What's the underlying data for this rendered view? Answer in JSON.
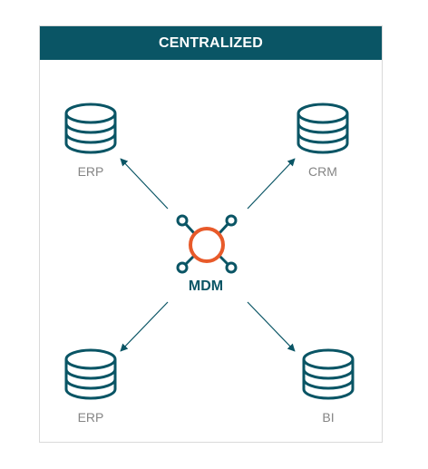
{
  "header": {
    "title": "CENTRALIZED"
  },
  "hub": {
    "label": "MDM",
    "ring_color": "#e85a2a",
    "node_color": "#0a5565"
  },
  "systems": [
    {
      "label": "ERP",
      "icon": "database-icon",
      "position": "top-left"
    },
    {
      "label": "CRM",
      "icon": "database-icon",
      "position": "top-right"
    },
    {
      "label": "ERP",
      "icon": "database-icon",
      "position": "bottom-left"
    },
    {
      "label": "BI",
      "icon": "database-icon",
      "position": "bottom-right"
    }
  ],
  "colors": {
    "header_bg": "#0a5565",
    "icon_stroke": "#0a5565",
    "label_text": "#858585",
    "arrow": "#0a5565"
  }
}
